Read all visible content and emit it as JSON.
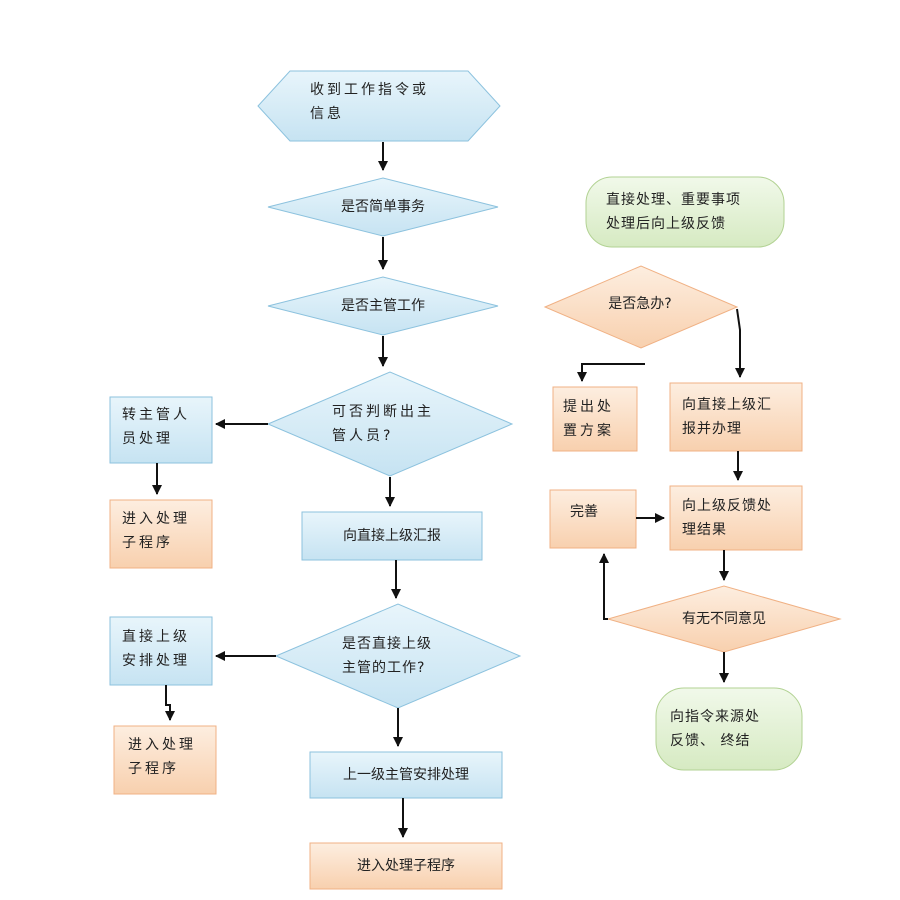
{
  "nodes": {
    "start": "收到工作指令或\n信息",
    "simple": "是否简单事务",
    "supervisor": "是否主管工作",
    "judge": "可否判断出主\n管人员?",
    "transfer": "转主管人\n员处理",
    "sub1": "进入处理\n子程序",
    "report1": "向直接上级汇报",
    "direct_q": "是否直接上级\n主管的工作?",
    "direct_arrange": "直接上级\n安排处理",
    "sub2": "进入处理\n子程序",
    "upper_arrange": "上一级主管安排处理",
    "sub3": "进入处理子程序",
    "note": "直接处理、重要事项\n处理后向上级反馈",
    "urgent": "是否急办?",
    "propose": "提出处\n置方案",
    "report2": "向直接上级汇\n报并办理",
    "perfect": "完善",
    "feedback_result": "向上级反馈处\n理结果",
    "disagree": "有无不同意见",
    "end": "向指令来源处\n反馈、  终结"
  },
  "colors": {
    "blue_fill": "#d6ecf6",
    "blue_stroke": "#8cc2de",
    "orange_fill": "#fbe0c8",
    "orange_stroke": "#f0b184",
    "green_fill": "#e5f2d9",
    "green_stroke": "#b2d293",
    "arrow": "#111111"
  }
}
